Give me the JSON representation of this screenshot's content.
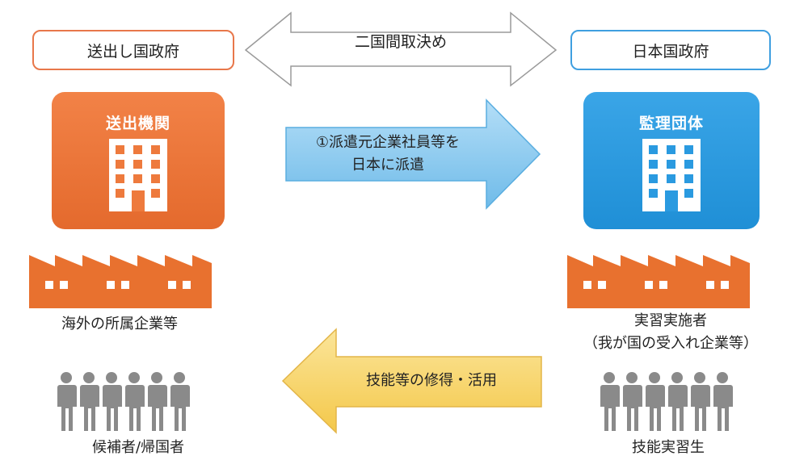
{
  "governments": {
    "sending": "送出し国政府",
    "japan": "日本国政府"
  },
  "agreement_label": "二国間取決め",
  "sending_agency": {
    "title": "送出機関",
    "color": "#e8712f"
  },
  "supervising_org": {
    "title": "監理団体",
    "color": "#2596dc"
  },
  "dispatch_arrow": {
    "line1": "①派遣元企業社員等を",
    "line2": "日本に派遣",
    "color": "#8dcbf0"
  },
  "return_arrow": {
    "label": "技能等の修得・活用",
    "color": "#f7d66f"
  },
  "overseas_company_label": "海外の所属企業等",
  "implementer": {
    "line1": "実習実施者",
    "line2": "（我が国の受入れ企業等）"
  },
  "candidates_label": "候補者/帰国者",
  "trainees_label": "技能実習生",
  "icons": {
    "building": "building-icon",
    "factory": "factory-icon",
    "people": "people-icon"
  }
}
